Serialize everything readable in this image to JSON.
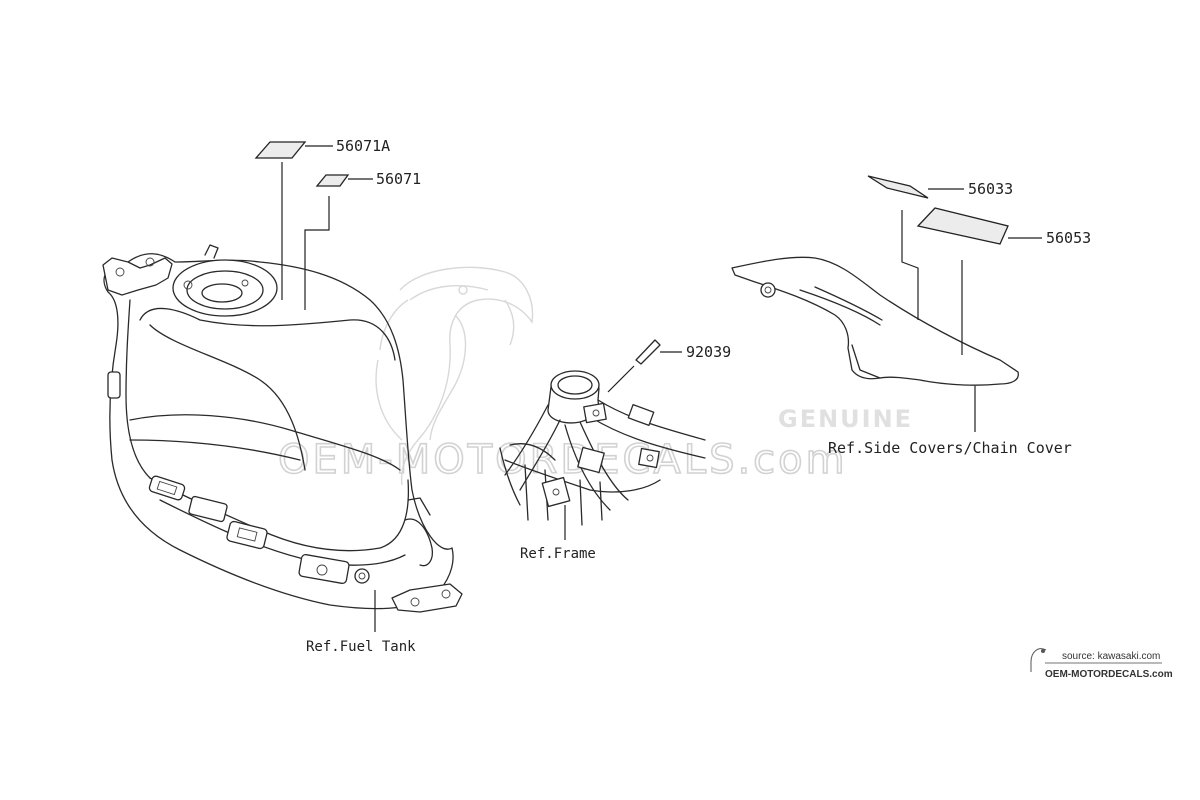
{
  "labels": {
    "p56071A": "56071A",
    "p56071": "56071",
    "p56033": "56033",
    "p56053": "56053",
    "p92039": "92039",
    "ref_fuel_tank": "Ref.Fuel Tank",
    "ref_frame": "Ref.Frame",
    "ref_side_covers": "Ref.Side Covers/Chain Cover"
  },
  "watermark": {
    "main": "OEM-MOTORDECALS.com",
    "genuine": "GENUINE"
  },
  "source": {
    "line": "source: kawasaki.com",
    "brand": "OEM-MOTORDECALS.com"
  },
  "colors": {
    "line": "#222222",
    "decal_fill": "#ececec",
    "watermark": "#d2d2d2"
  }
}
